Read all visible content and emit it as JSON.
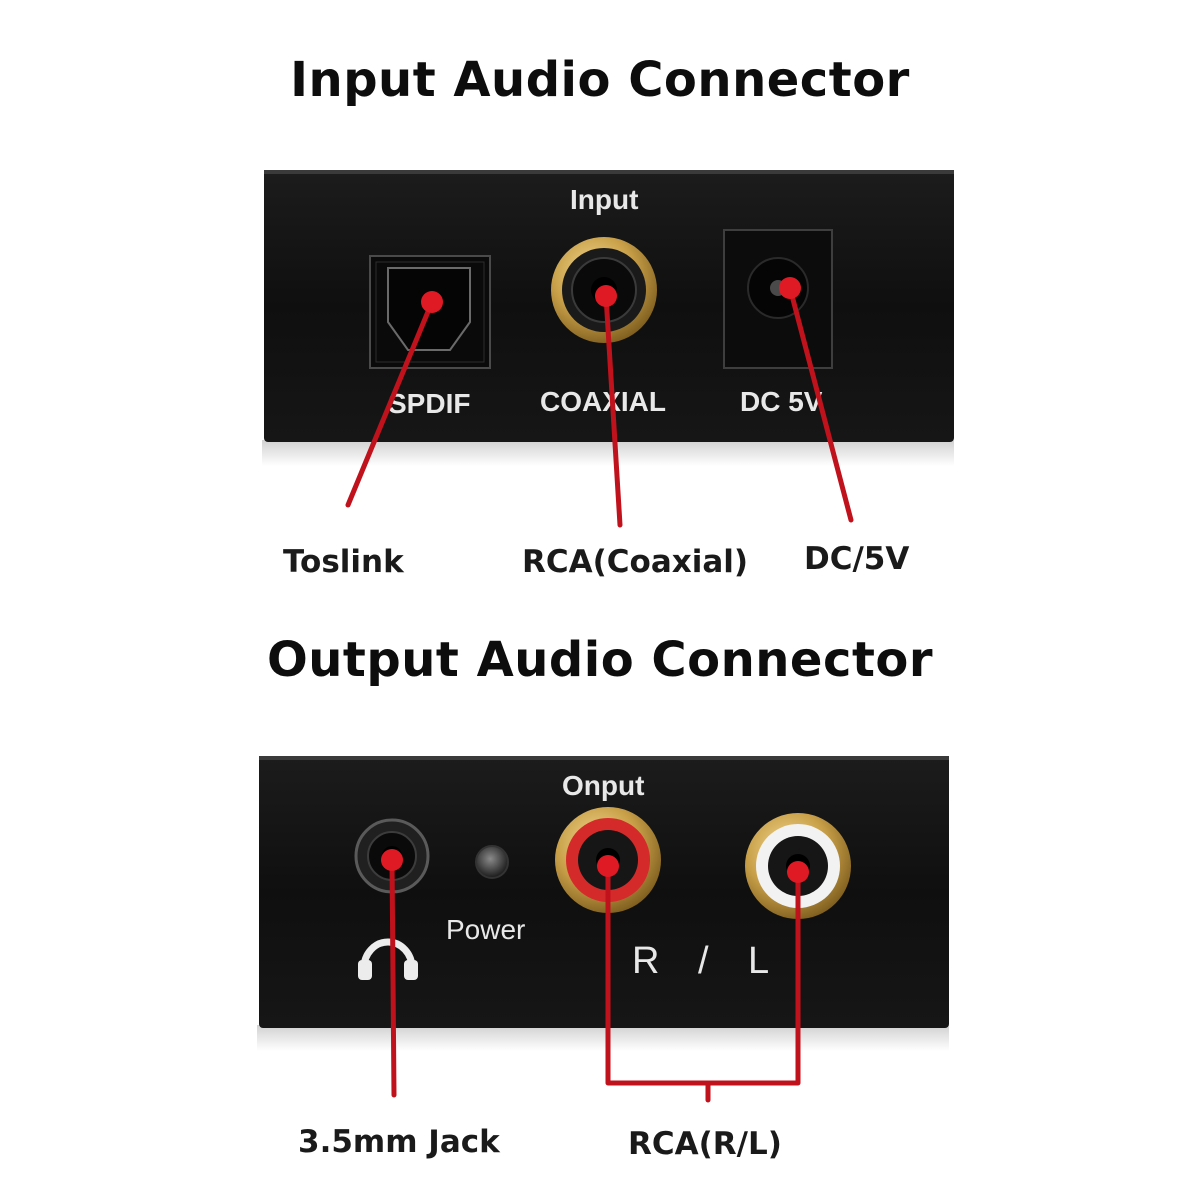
{
  "input_section": {
    "title": "Input Audio Connector",
    "panel": {
      "heading": "Input",
      "port_labels": {
        "spdif": "SPDIF",
        "coaxial": "COAXIAL",
        "dc": "DC 5V"
      }
    },
    "callouts": {
      "toslink": "Toslink",
      "rca_coaxial": "RCA(Coaxial)",
      "dc_5v": "DC/5V"
    }
  },
  "output_section": {
    "title": "Output Audio Connector",
    "panel": {
      "heading": "Onput",
      "power_label": "Power",
      "r_label": "R",
      "slash_label": "/",
      "l_label": "L"
    },
    "callouts": {
      "jack": "3.5mm Jack",
      "rca_rl": "RCA(R/L)"
    }
  },
  "colors": {
    "panel": "#141414",
    "leader_line": "#c0121c",
    "gold": "#c9a049",
    "red_ring": "#d42a2a",
    "white_ring": "#f2f2f2",
    "text_on_panel": "#e8e8e8"
  },
  "icons": [
    "optical-port-icon",
    "rca-jack-icon",
    "dc-power-jack-icon",
    "headphone-jack-icon",
    "power-led-icon",
    "headphones-icon"
  ]
}
